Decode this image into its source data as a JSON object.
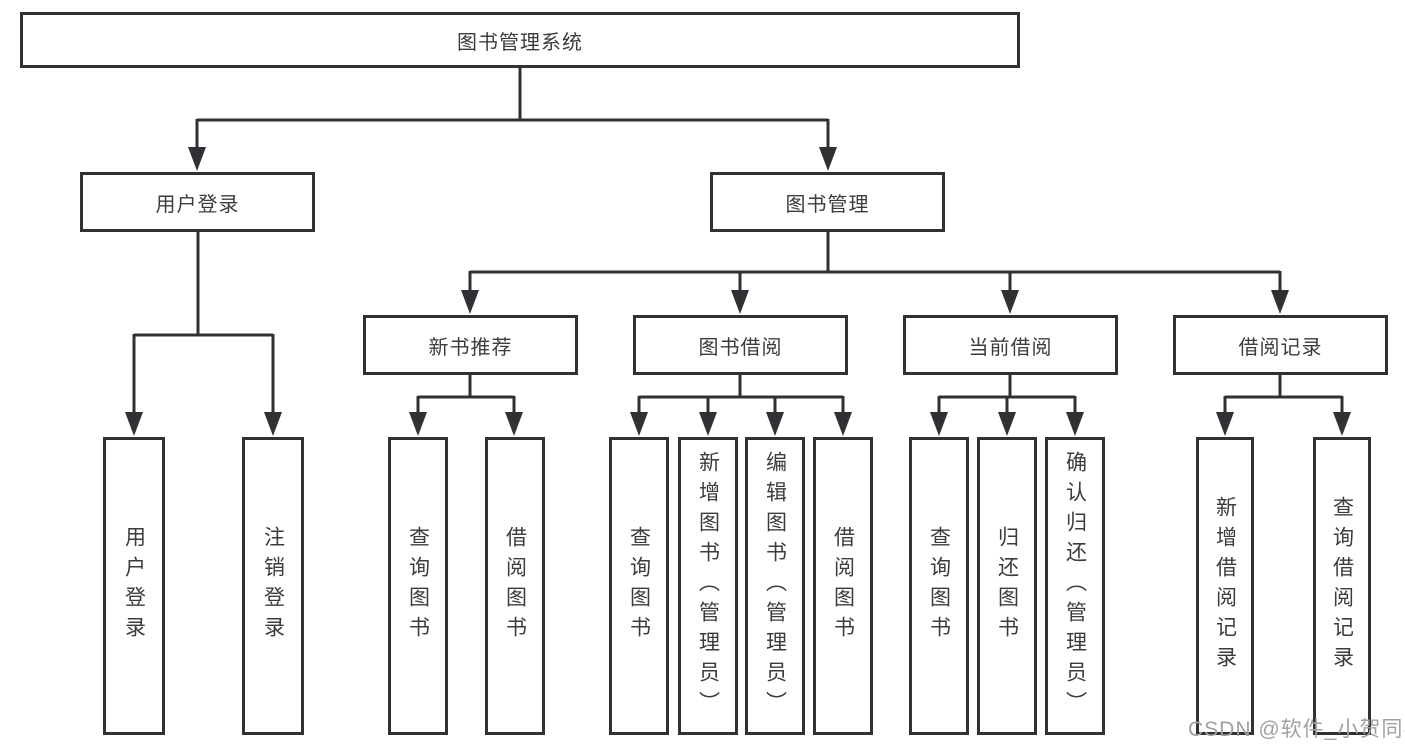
{
  "tree": {
    "root": "图书管理系统",
    "children": [
      {
        "label": "用户登录",
        "children": [
          {
            "label": "用户登录"
          },
          {
            "label": "注销登录"
          }
        ]
      },
      {
        "label": "图书管理",
        "children": [
          {
            "label": "新书推荐",
            "children": [
              {
                "label": "查询图书"
              },
              {
                "label": "借阅图书"
              }
            ]
          },
          {
            "label": "图书借阅",
            "children": [
              {
                "label": "查询图书"
              },
              {
                "label": "新增图书（管理员）"
              },
              {
                "label": "编辑图书（管理员）"
              },
              {
                "label": "借阅图书"
              }
            ]
          },
          {
            "label": "当前借阅",
            "children": [
              {
                "label": "查询图书"
              },
              {
                "label": "归还图书"
              },
              {
                "label": "确认归还（管理员）"
              }
            ]
          },
          {
            "label": "借阅记录",
            "children": [
              {
                "label": "新增借阅记录"
              },
              {
                "label": "查询借阅记录"
              }
            ]
          }
        ]
      }
    ]
  },
  "watermark": "CSDN @软件_小贺同学",
  "colors": {
    "line": "#2f3134",
    "text": "#3a3c3f",
    "watermark": "#9fa1a3",
    "background": "#ffffff"
  }
}
